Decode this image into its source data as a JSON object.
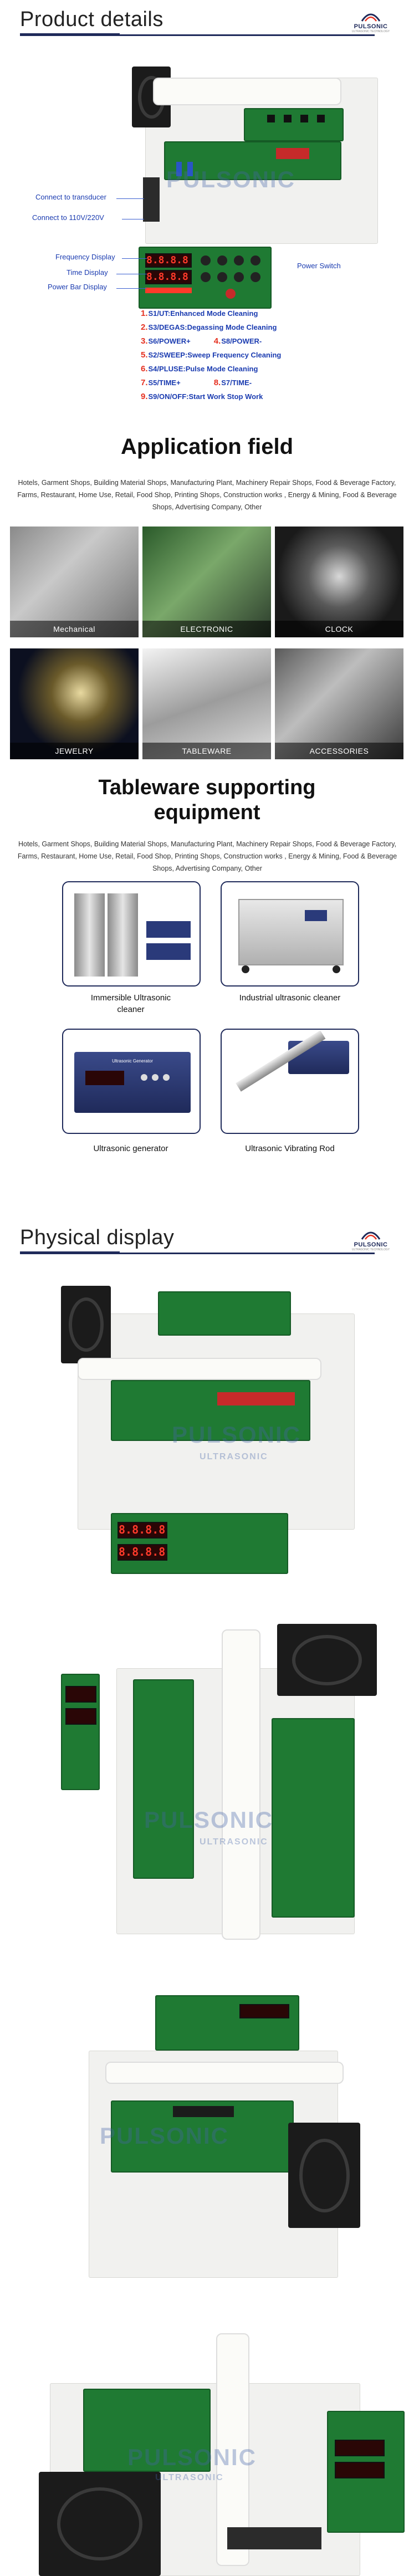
{
  "sections": {
    "product_details": "Product details",
    "application_field": "Application field",
    "tableware": "Tableware supporting equipment",
    "physical_display": "Physical display"
  },
  "logo": {
    "name": "PULSONIC",
    "sub": "ULTRASONIC TECHNOLOGY"
  },
  "watermark": {
    "main": "PULSONIC",
    "sub": "ULTRASONIC"
  },
  "callouts": {
    "transducer": "Connect to transducer",
    "power_in": "Connect to 110V/220V",
    "frequency_display": "Frequency Display",
    "time_display": "Time Display",
    "power_bar": "Power Bar Display",
    "power_switch": "Power Switch"
  },
  "led": {
    "freq": "8.8.8.8",
    "time": "8.8.8.8"
  },
  "features": [
    {
      "num": "1.",
      "text": "S1/UT:Enhanced Mode Cleaning"
    },
    {
      "num": "2.",
      "text": "S3/DEGAS:Degassing Mode Cleaning"
    },
    {
      "num": "3.",
      "text": "S6/POWER+",
      "num2": "4.",
      "text2": "S8/POWER-"
    },
    {
      "num": "5.",
      "text": "S2/SWEEP:Sweep Frequency Cleaning"
    },
    {
      "num": "6.",
      "text": "S4/PLUSE:Pulse Mode Cleaning"
    },
    {
      "num": "7.",
      "text": "S5/TIME+",
      "num2": "8.",
      "text2": "S7/TIME-"
    },
    {
      "num": "9.",
      "text": "S9/ON/OFF:Start Work Stop Work"
    }
  ],
  "application": {
    "paragraph": "Hotels, Garment Shops, Building Material Shops, Manufacturing Plant, Machinery Repair Shops, Food & Beverage Factory, Farms, Restaurant, Home Use, Retail, Food Shop, Printing Shops, Construction works , Energy & Mining, Food & Beverage Shops, Advertising Company, Other",
    "tiles": [
      "Mechanical",
      "ELECTRONIC",
      "CLOCK",
      "JEWELRY",
      "TABLEWARE",
      "ACCESSORIES"
    ]
  },
  "tableware": {
    "title_line1": "Tableware supporting",
    "title_line2": "equipment",
    "paragraph": "Hotels, Garment Shops, Building Material Shops, Manufacturing Plant, Machinery Repair Shops, Food & Beverage Factory, Farms, Restaurant, Home Use, Retail, Food Shop, Printing Shops, Construction works , Energy & Mining, Food & Beverage Shops, Advertising Company, Other",
    "cards": [
      {
        "caption1": "Immersible Ultrasonic",
        "caption2": "cleaner"
      },
      {
        "caption1": "Industrial ultrasonic cleaner",
        "caption2": ""
      },
      {
        "caption1": "Ultrasonic generator",
        "caption2": ""
      },
      {
        "caption1": "Ultrasonic Vibrating Rod",
        "caption2": ""
      }
    ],
    "generator_label": "Ultrasonic Generator"
  }
}
